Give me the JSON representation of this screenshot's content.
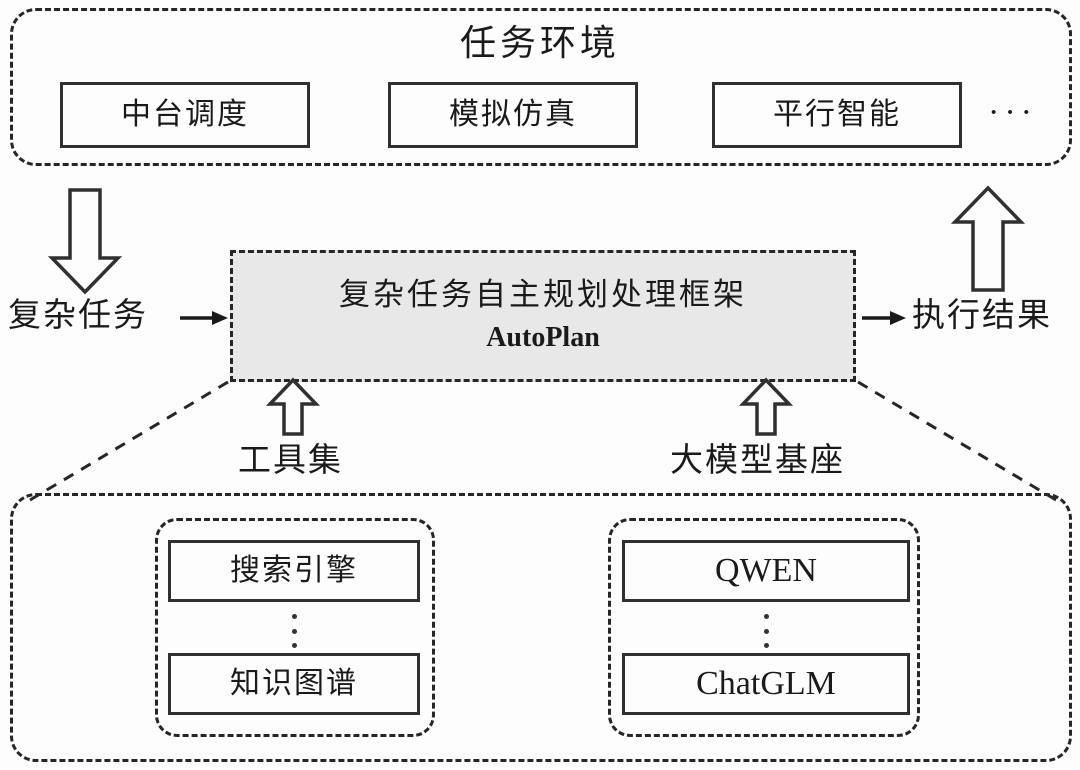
{
  "diagram": {
    "title_section": {
      "name": "task-environment",
      "label": "任务环境",
      "items": [
        {
          "label": "中台调度"
        },
        {
          "label": "模拟仿真"
        },
        {
          "label": "平行智能"
        }
      ],
      "ellipsis": "···"
    },
    "framework": {
      "title": "复杂任务自主规划处理框架",
      "subtitle": "AutoPlan",
      "fill_color": "#e8e8e8"
    },
    "flow": {
      "input_label": "复杂任务",
      "output_label": "执行结果"
    },
    "foundation_section": {
      "groups": [
        {
          "name": "toolset",
          "label": "工具集",
          "items": [
            {
              "label": "搜索引擎"
            },
            {
              "label": "知识图谱"
            }
          ]
        },
        {
          "name": "llm-base",
          "label": "大模型基座",
          "items": [
            {
              "label": "QWEN"
            },
            {
              "label": "ChatGLM"
            }
          ]
        }
      ]
    },
    "style": {
      "stroke_color": "#262626",
      "box_stroke_color": "#303030",
      "background": "#fdfdfd"
    }
  }
}
